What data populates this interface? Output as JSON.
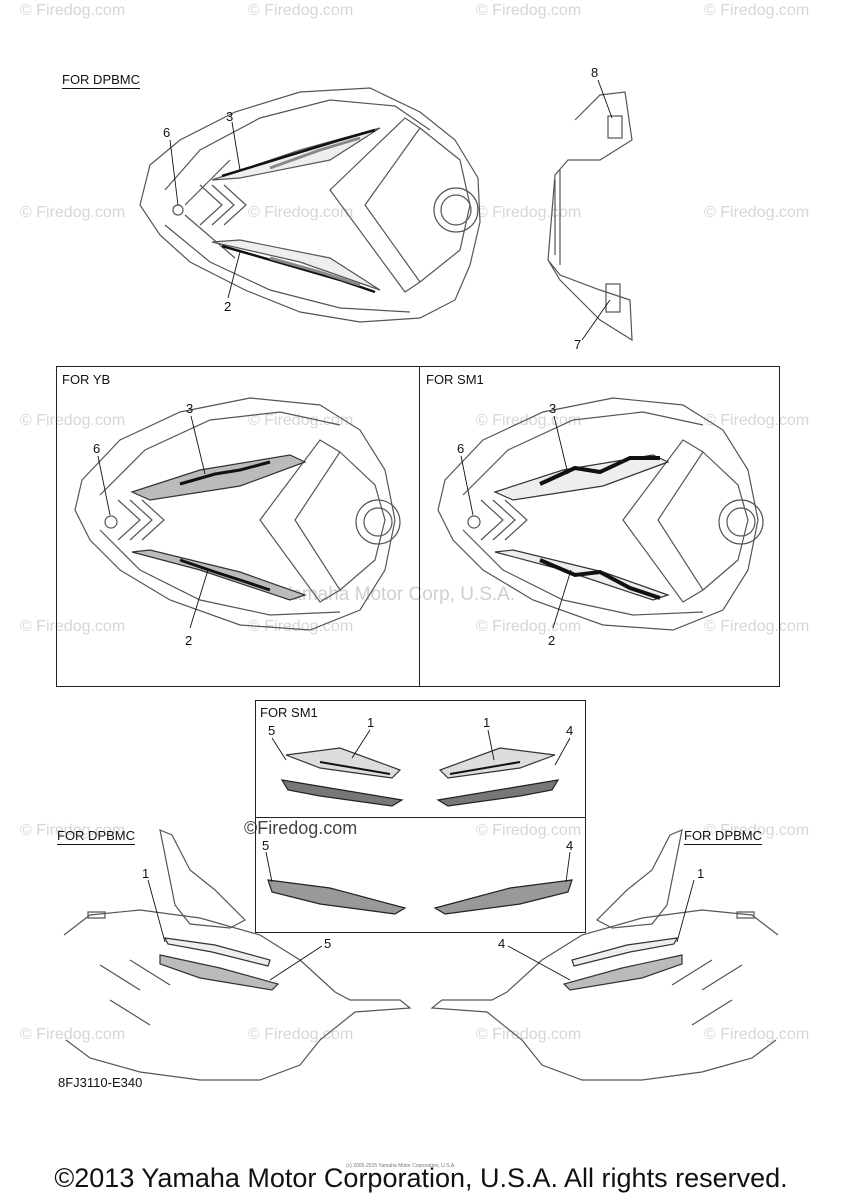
{
  "watermark": "© Firedog.com",
  "watermark_alt": "©Firedog.com",
  "center_watermark": "Yamaha Motor Corp, U.S.A.",
  "sections": {
    "top_left_label": "FOR DPBMC",
    "yb_label": "FOR YB",
    "sm1_label": "FOR SM1",
    "sm1_inset_label": "FOR SM1",
    "bottom_left_label": "FOR DPBMC",
    "bottom_right_label": "FOR DPBMC"
  },
  "callouts": {
    "top": [
      "6",
      "3",
      "2",
      "8",
      "7"
    ],
    "yb": [
      "3",
      "6",
      "2"
    ],
    "sm1": [
      "3",
      "6",
      "2"
    ],
    "inset_top": [
      "5",
      "1",
      "1",
      "4"
    ],
    "inset_bottom": [
      "5",
      "4"
    ],
    "bottom_left": [
      "1",
      "5"
    ],
    "bottom_right": [
      "1",
      "4"
    ]
  },
  "diagram_code": "8FJ3110-E340",
  "fine_print": "(c) 2005-2015 Yamaha Motor Corporation, U.S.A.",
  "footer": "©2013 Yamaha Motor Corporation, U.S.A. All rights reserved."
}
